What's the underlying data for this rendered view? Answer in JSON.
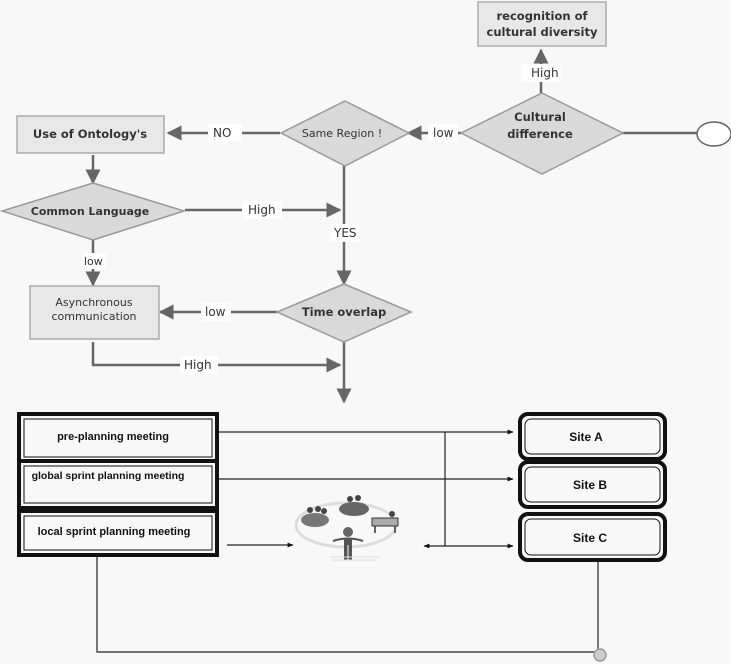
{
  "flowchart": {
    "nodes": {
      "recognition": "recognition of\ncultural diversity",
      "recognition_line1": "recognition of",
      "recognition_line2": "cultural diversity",
      "cultural_difference_line1": "Cultural",
      "cultural_difference_line2": "difference",
      "same_region": "Same Region  !",
      "ontology": "Use of Ontology's",
      "common_language": "Common Language",
      "async_line1": "Asynchronous",
      "async_line2": "communication",
      "time_overlap": "Time overlap"
    },
    "edges": {
      "cultural_high": "High",
      "cultural_low": "low",
      "region_no": "NO",
      "region_yes": "YES",
      "language_high": "High",
      "language_low": "low",
      "time_low": "low",
      "async_high": "High"
    }
  },
  "meetings": {
    "items": [
      "pre-planning  meeting",
      "global sprint planning meeting",
      "local sprint planning  meeting"
    ]
  },
  "sites": {
    "items": [
      "Site A",
      "Site B",
      "Site C"
    ]
  },
  "graphic": {
    "icon": "team-meeting-icon"
  }
}
